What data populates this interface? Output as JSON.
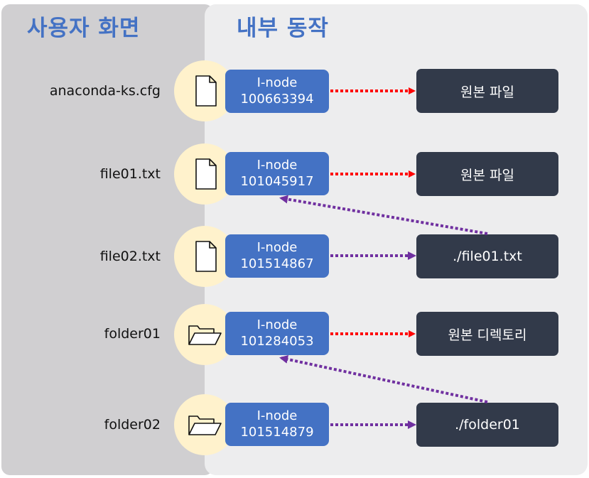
{
  "headings": {
    "user_view": "사용자 화면",
    "internal": "내부 동작"
  },
  "rows": [
    {
      "name": "anaconda-ks.cfg",
      "icon": "file-icon",
      "inode_label": "I-node",
      "inode_number": "100663394",
      "target": "원본 파일"
    },
    {
      "name": "file01.txt",
      "icon": "file-icon",
      "inode_label": "I-node",
      "inode_number": "101045917",
      "target": "원본 파일"
    },
    {
      "name": "file02.txt",
      "icon": "file-icon",
      "inode_label": "I-node",
      "inode_number": "101514867",
      "target": "./file01.txt"
    },
    {
      "name": "folder01",
      "icon": "folder-icon",
      "inode_label": "I-node",
      "inode_number": "101284053",
      "target": "원본 디렉토리"
    },
    {
      "name": "folder02",
      "icon": "folder-icon",
      "inode_label": "I-node",
      "inode_number": "101514879",
      "target": "./folder01"
    }
  ],
  "colors": {
    "hard_link_arrow": "#ff0000",
    "symlink_arrow": "#7030a0",
    "inode_box": "#4472c4",
    "target_box": "#323a4a",
    "icon_circle": "#fff2cc",
    "heading": "#4472c4"
  }
}
